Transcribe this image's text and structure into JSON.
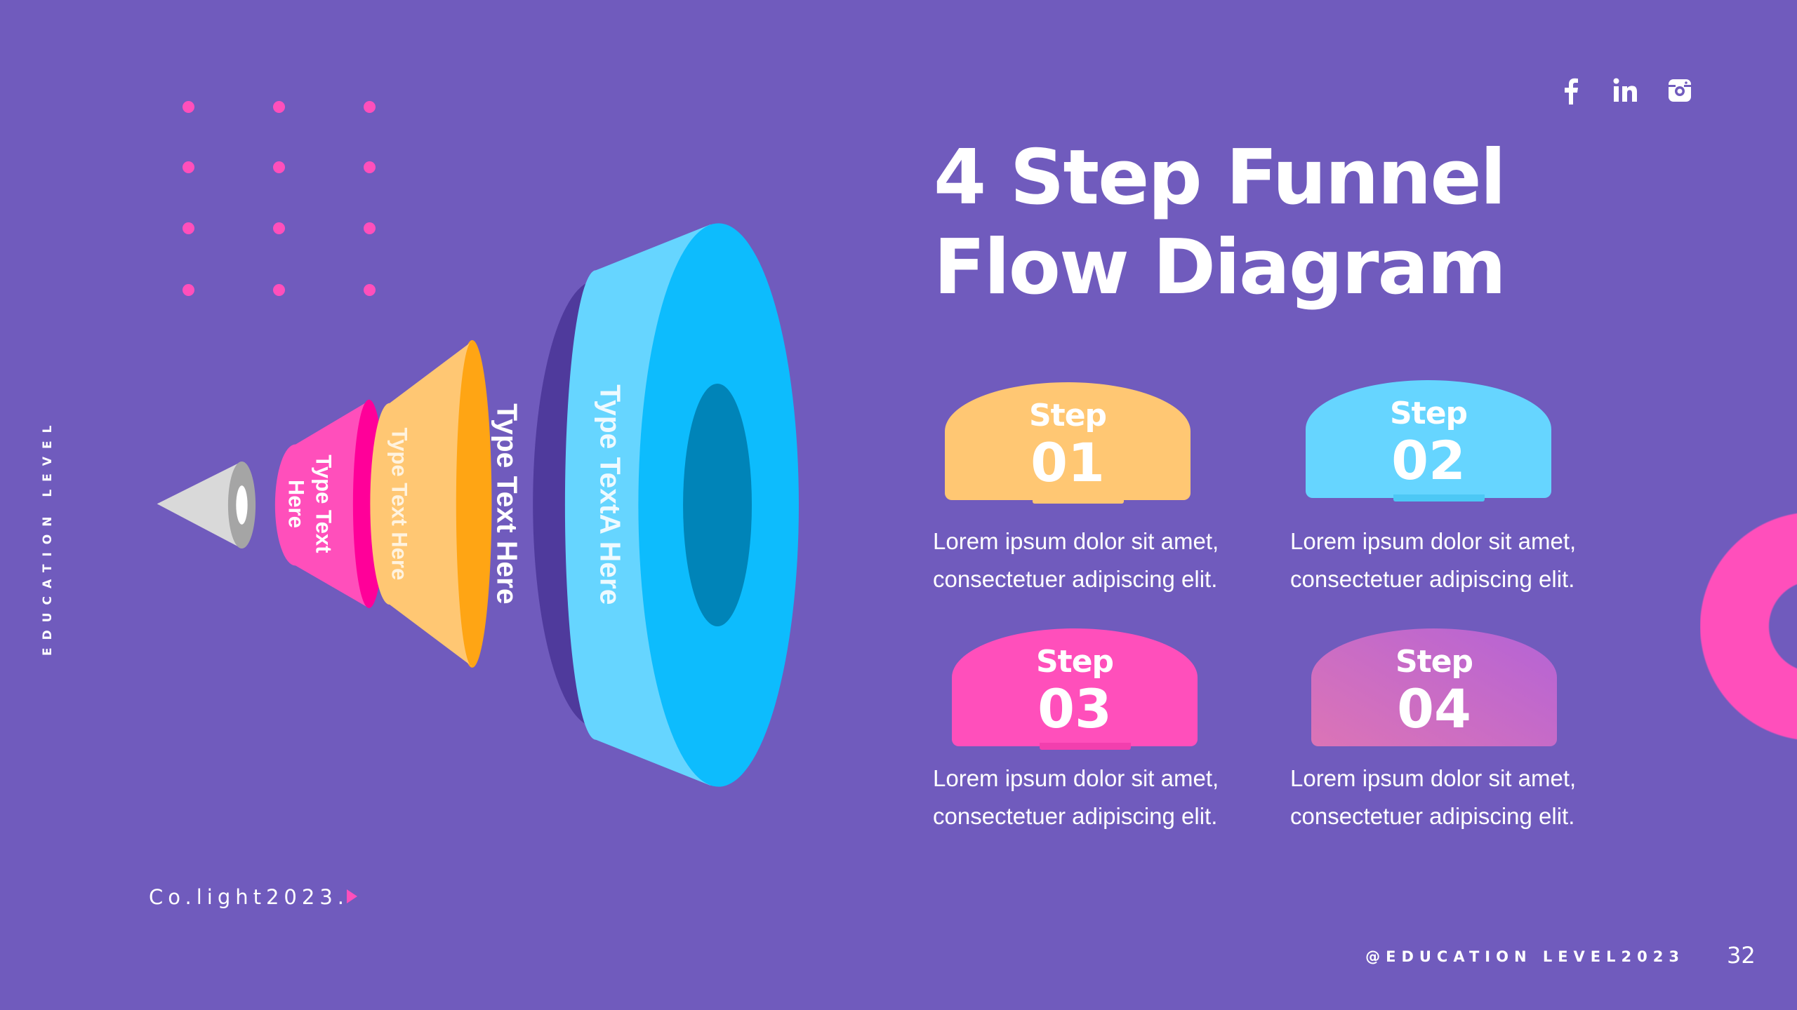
{
  "side_label": "EDUCATION LEVEL",
  "title": {
    "line1": "4 Step Funnel",
    "line2": "Flow Diagram"
  },
  "social": [
    {
      "icon": "facebook-icon"
    },
    {
      "icon": "linkedin-icon"
    },
    {
      "icon": "instagram-icon"
    }
  ],
  "funnel": {
    "segments": [
      {
        "line1": "Type Text",
        "line2": "Here",
        "color": "#ff4fbb"
      },
      {
        "label": "Type Text Here",
        "color": "#ffc773"
      },
      {
        "label": "Type Text Here"
      },
      {
        "label": "Type TextA Here",
        "color": "#0dbcfd"
      }
    ]
  },
  "steps": [
    {
      "label": "Step",
      "number": "01",
      "text1": "Lorem ipsum dolor sit amet,",
      "text2": "consectetuer adipiscing elit.",
      "color": "#ffc773"
    },
    {
      "label": "Step",
      "number": "02",
      "text1": "Lorem ipsum dolor sit amet,",
      "text2": "consectetuer adipiscing elit.",
      "color": "#66d5ff"
    },
    {
      "label": "Step",
      "number": "03",
      "text1": "Lorem ipsum dolor sit amet,",
      "text2": "consectetuer adipiscing elit.",
      "color": "#ff4fbb"
    },
    {
      "label": "Step",
      "number": "04",
      "text1": "Lorem ipsum dolor sit amet,",
      "text2": "consectetuer adipiscing elit.",
      "color": "#c865c8"
    }
  ],
  "brand": "Co.light2023.",
  "footer": "@EDUCATION LEVEL2023",
  "page_number": "32",
  "colors": {
    "background": "#705bbd",
    "accent_pink": "#ff4fbb"
  }
}
